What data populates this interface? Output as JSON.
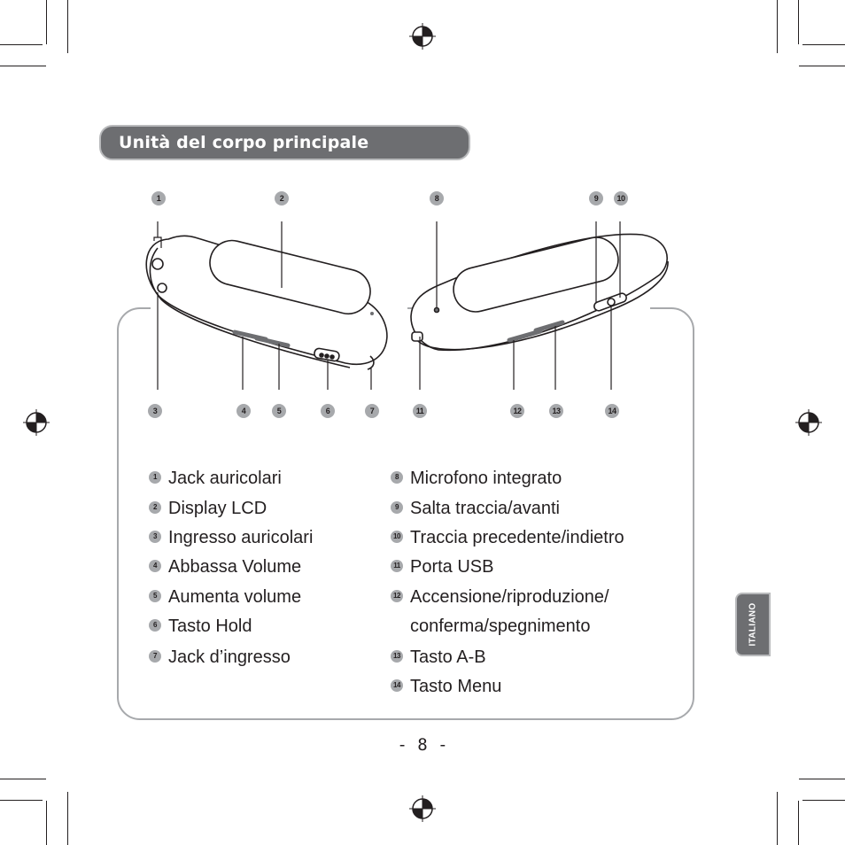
{
  "section_title": "Unità del corpo principale",
  "callouts": [
    "1",
    "2",
    "3",
    "4",
    "5",
    "6",
    "7",
    "8",
    "9",
    "10",
    "11",
    "12",
    "13",
    "14"
  ],
  "legend_left": [
    {
      "num": "1",
      "label": "Jack auricolari"
    },
    {
      "num": "2",
      "label": "Display LCD"
    },
    {
      "num": "3",
      "label": "Ingresso auricolari"
    },
    {
      "num": "4",
      "label": "Abbassa Volume"
    },
    {
      "num": "5",
      "label": "Aumenta volume"
    },
    {
      "num": "6",
      "label": "Tasto Hold"
    },
    {
      "num": "7",
      "label": "Jack d’ingresso"
    }
  ],
  "legend_right": [
    {
      "num": "8",
      "label": "Microfono integrato"
    },
    {
      "num": "9",
      "label": "Salta traccia/avanti"
    },
    {
      "num": "10",
      "label": "Traccia precedente/indietro"
    },
    {
      "num": "11",
      "label": "Porta USB"
    },
    {
      "num": "12",
      "label": "Accensione/riproduzione/"
    },
    {
      "num": "",
      "label": "conferma/spegnimento"
    },
    {
      "num": "13",
      "label": "Tasto A-B"
    },
    {
      "num": "14",
      "label": "Tasto Menu"
    }
  ],
  "side_tab": "ITALIANO",
  "page_number": "- 8 -",
  "colors": {
    "tab_gray": "#6d6e71",
    "callout_gray": "#a7a9ac",
    "text": "#231f20"
  }
}
